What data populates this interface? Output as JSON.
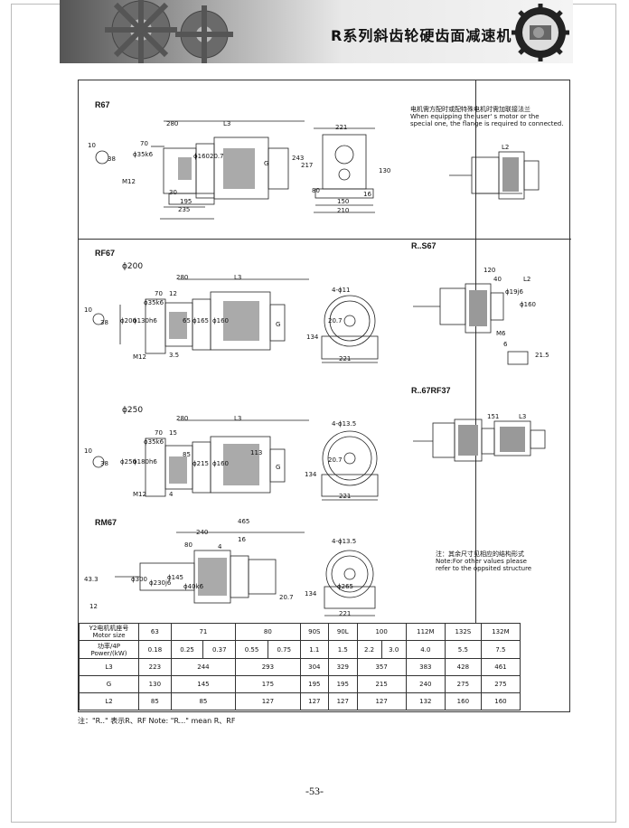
{
  "header": {
    "title": "R系列斜齿轮硬齿面减速机"
  },
  "sections": {
    "r67": "R67",
    "rf67": "RF67",
    "rm67": "RM67",
    "rs67": "R..S67",
    "r67rf37": "R..67RF37",
    "phi200": "ϕ200",
    "phi250": "ϕ250"
  },
  "notes": {
    "motor_cn": "电机需方配时或配特殊电机时需加联接法兰",
    "motor_en1": "When equipping the user' s motor or the",
    "motor_en2": "special one, the flange is required to connected.",
    "other_cn": "注：其余尺寸见相应的结构形式",
    "other_en1": "Note:For other values please",
    "other_en2": "refer to the oppsited structure"
  },
  "dims": {
    "r67": [
      "280",
      "L3",
      "221",
      "70",
      "10",
      "38",
      "M12",
      "30",
      "195",
      "235",
      "G",
      "243",
      "217",
      "130",
      "80",
      "150",
      "210",
      "16",
      "ϕ35k6",
      "ϕ160",
      "20.7",
      "L2"
    ],
    "rf67": [
      "280",
      "L3",
      "70",
      "12",
      "10",
      "38",
      "M12",
      "3.5",
      "65",
      "4-ϕ11",
      "134",
      "221",
      "G",
      "ϕ200",
      "ϕ130h6",
      "ϕ35k6",
      "ϕ165",
      "20.7",
      "ϕ160"
    ],
    "rf67b": [
      "280",
      "L3",
      "70",
      "15",
      "10",
      "38",
      "M12",
      "4",
      "85",
      "4-ϕ13.5",
      "134",
      "221",
      "G",
      "ϕ250",
      "ϕ180h6",
      "ϕ35k6",
      "ϕ215",
      "20.7",
      "ϕ160",
      "113"
    ],
    "rm67": [
      "465",
      "240",
      "80",
      "16",
      "4",
      "43.3",
      "12",
      "ϕ300",
      "ϕ145",
      "ϕ230j6",
      "ϕ40k6",
      "20.7",
      "4-ϕ13.5",
      "134",
      "ϕ265",
      "221"
    ],
    "rs67": [
      "120",
      "40",
      "L2",
      "ϕ19j6",
      "ϕ160",
      "M6",
      "6",
      "21.5"
    ],
    "r67rf37": [
      "151",
      "L3"
    ]
  },
  "table": {
    "header_cn": "Y2电机机座号",
    "header_en": "Motor size",
    "sizes": [
      "63",
      "71",
      "80",
      "90S",
      "90L",
      "100",
      "112M",
      "132S",
      "132M"
    ],
    "power_cn": "功率/4P",
    "power_en": "Power/(kW)",
    "power": [
      "0.18",
      "0.25",
      "0.37",
      "0.55",
      "0.75",
      "1.1",
      "1.5",
      "2.2",
      "3.0",
      "4.0",
      "5.5",
      "7.5"
    ],
    "L3_label": "L3",
    "L3": [
      "223",
      "244",
      "293",
      "304",
      "329",
      "357",
      "383",
      "428",
      "461"
    ],
    "G_label": "G",
    "G": [
      "130",
      "145",
      "175",
      "195",
      "195",
      "215",
      "240",
      "275",
      "275"
    ],
    "L2_label": "L2",
    "L2": [
      "85",
      "85",
      "127",
      "127",
      "127",
      "127",
      "132",
      "160",
      "160"
    ]
  },
  "footnote": "注：\"R..\" 表示R、RF      Note: \"R...\" mean R、RF",
  "page_number": "-53-"
}
